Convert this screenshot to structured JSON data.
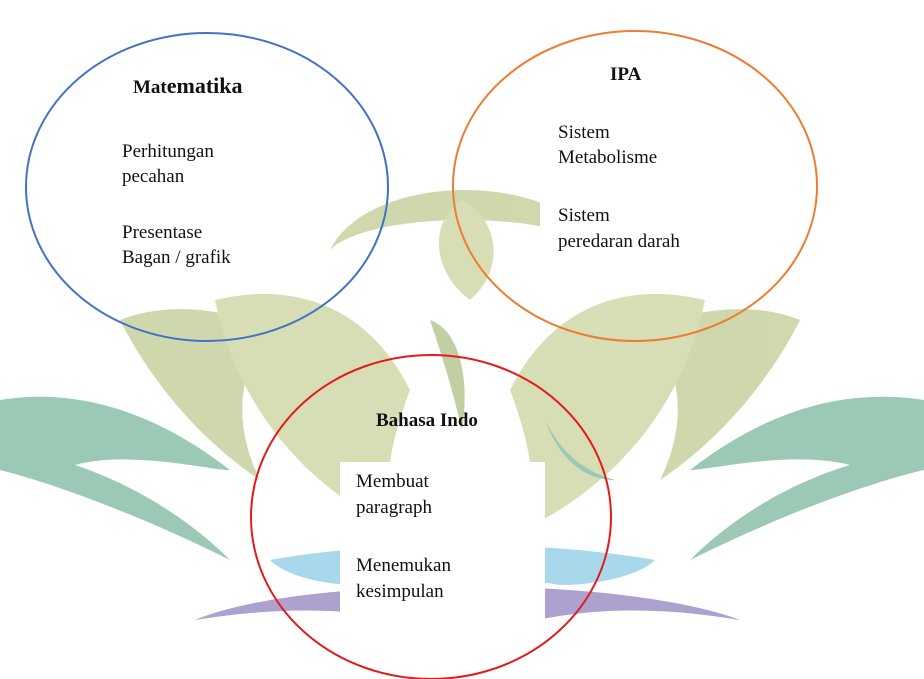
{
  "colors": {
    "watermark_green": "#4a9d7a",
    "watermark_olive": "#a8b96a",
    "watermark_blue": "#63b8de",
    "watermark_purple": "#6b55a8",
    "circle_blue": "#4472c4",
    "circle_orange": "#ed7d31",
    "circle_red": "#e41a1c"
  },
  "circles": {
    "matematika": {
      "title_prefix": "Mat",
      "title_rest": "ematika",
      "items": [
        "Perhitungan",
        "pecahan",
        "Presentase",
        "Bagan / grafik"
      ]
    },
    "ipa": {
      "title": "IPA",
      "items": [
        "Sistem",
        "Metabolisme",
        "Sistem",
        "peredaran darah"
      ]
    },
    "bahasa": {
      "title": "Bahasa Indo",
      "items": [
        "Membuat",
        "paragraph",
        "Menemukan",
        "kesimpulan"
      ]
    }
  }
}
